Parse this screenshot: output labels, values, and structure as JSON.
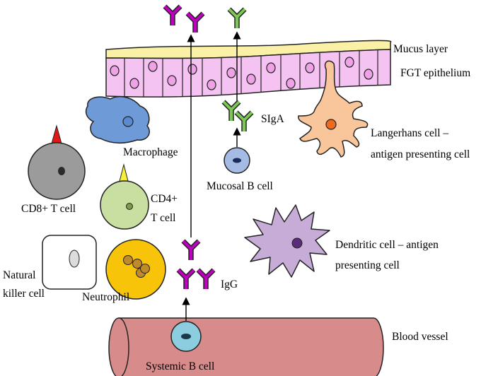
{
  "labels": {
    "mucus_layer": "Mucus layer",
    "fgt_epithelium": "FGT epithelium",
    "siga": "SIgA",
    "langerhans_line1": "Langerhans cell –",
    "langerhans_line2": "antigen presenting cell",
    "macrophage": "Macrophage",
    "cd8": "CD8+ T cell",
    "cd4_line1": "CD4+",
    "cd4_line2": "T cell",
    "mucosal_b": "Mucosal B cell",
    "dendritic_line1": "Dendritic cell – antigen",
    "dendritic_line2": "presenting cell",
    "natural_line1": "Natural",
    "natural_line2": "killer cell",
    "neutrophil": "Neutrophil",
    "igg": "IgG",
    "blood_vessel": "Blood vessel",
    "systemic_b": "Systemic B cell"
  },
  "colors": {
    "igg_antibody": "#c000c0",
    "iga_antibody": "#7dc855",
    "mucus": "#fbf1a6",
    "epithelium": "#f4c3f1",
    "nucleus_pink": "#f0a2e6",
    "langerhans": "#f9c59a",
    "macrophage": "#6e9bd8",
    "cd8": "#9b9b9b",
    "cd8_spike": "#e01818",
    "cd4": "#c9dfa2",
    "cd4_spike": "#f7ee3a",
    "mucosal_b": "#a4bbe3",
    "dendritic": "#c6acd6",
    "neutrophil": "#f7c40a",
    "neutrophil_lobe": "#c08a2a",
    "blood_vessel": "#d88b8b",
    "systemic_b": "#8ccde0"
  }
}
